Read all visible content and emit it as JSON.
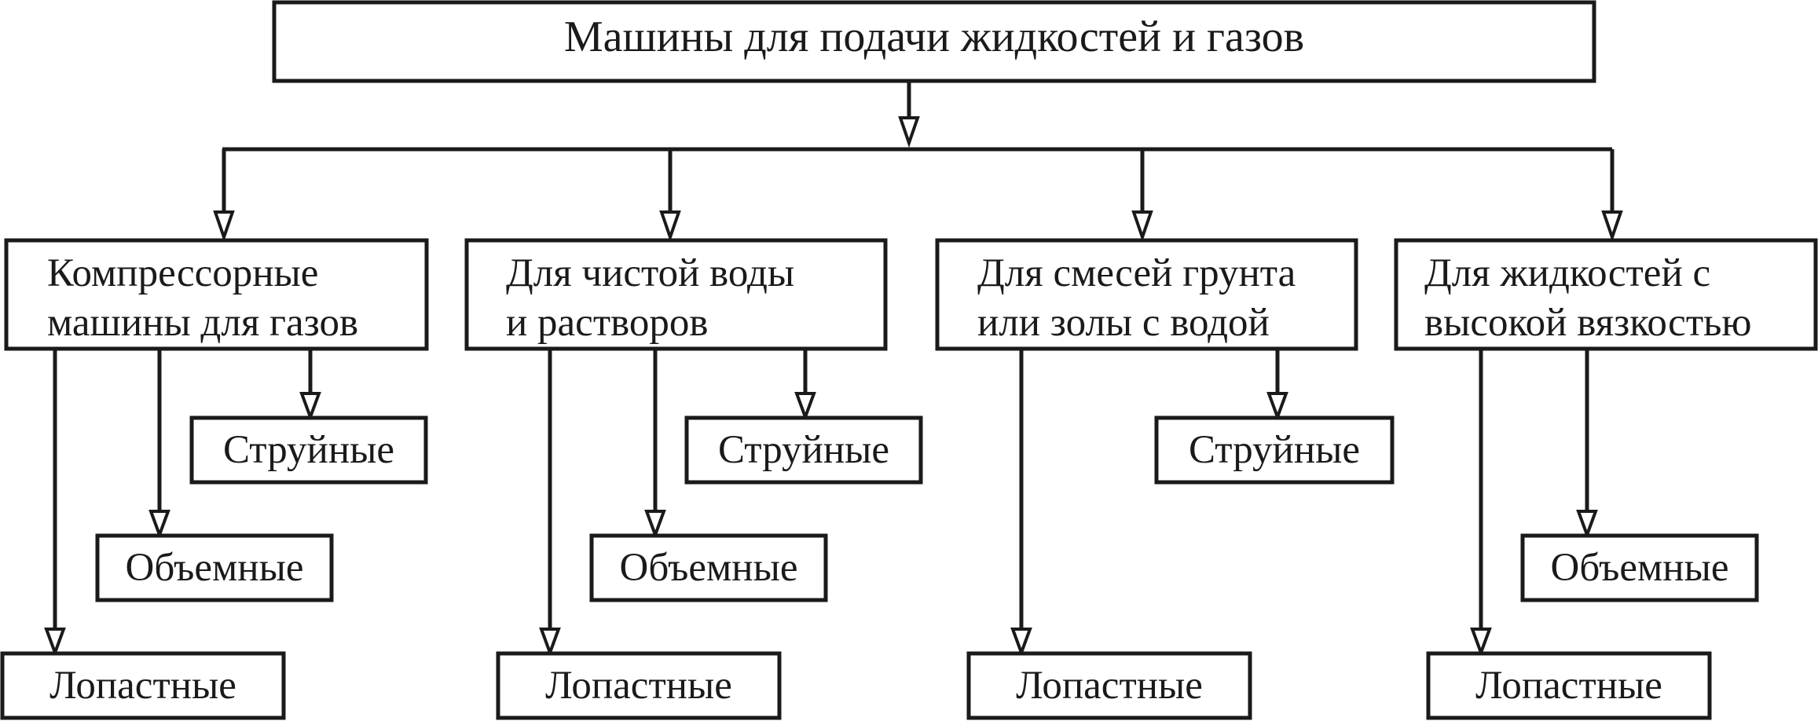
{
  "diagram": {
    "title": "Машины для подачи жидкостей и газов",
    "categories": [
      {
        "line1": "Компрессорные",
        "line2": "машины для газов",
        "leaves": {
          "jet": "Струйные",
          "volumetric": "Объемные",
          "vane": "Лопастные"
        }
      },
      {
        "line1": "Для чистой воды",
        "line2": "и растворов",
        "leaves": {
          "jet": "Струйные",
          "volumetric": "Объемные",
          "vane": "Лопастные"
        }
      },
      {
        "line1": "Для смесей грунта",
        "line2": "или золы с водой",
        "leaves": {
          "jet": "Струйные",
          "vane": "Лопастные"
        }
      },
      {
        "line1": "Для жидкостей с",
        "line2": "высокой вязкостью",
        "leaves": {
          "volumetric": "Объемные",
          "vane": "Лопастные"
        }
      }
    ]
  },
  "colors": {
    "stroke": "#1a1a1a",
    "background": "#ffffff"
  }
}
